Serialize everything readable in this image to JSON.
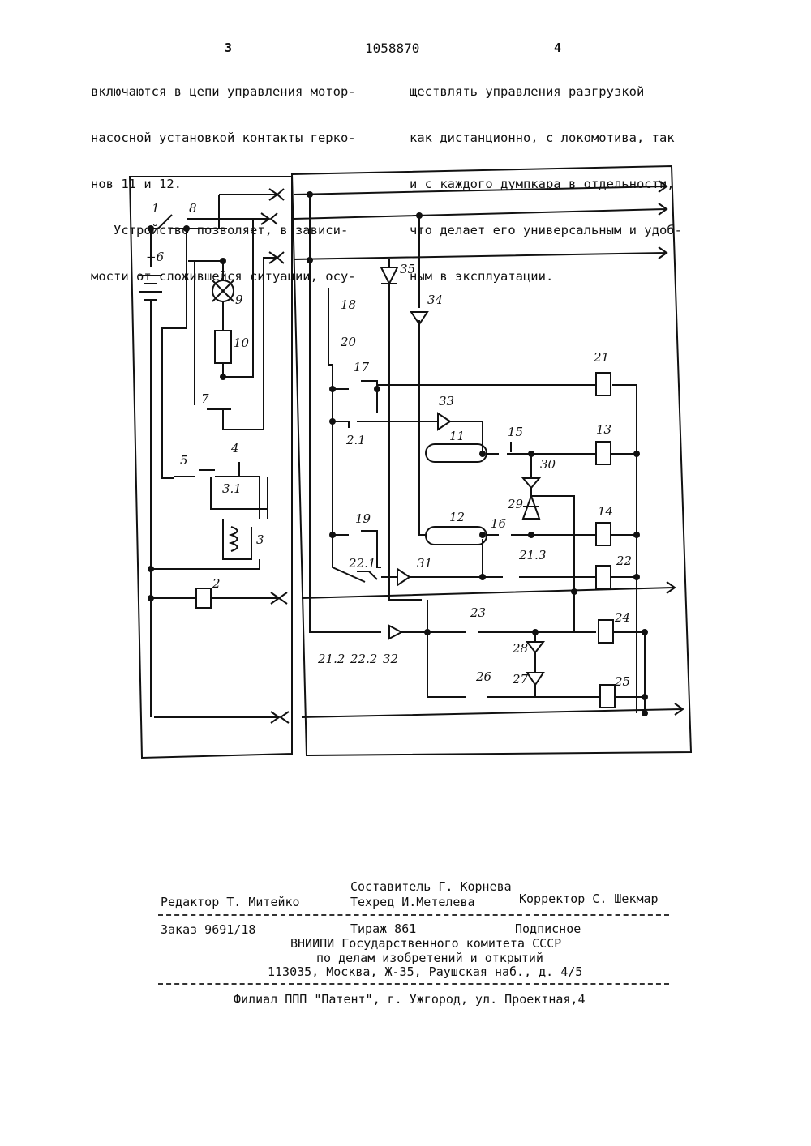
{
  "header": {
    "page_left": "3",
    "patent_number": "1058870",
    "page_right": "4"
  },
  "columns": {
    "left": [
      "включаются в цепи управления мотор-",
      "насосной установкой контакты герко-",
      "нов 11 и 12.",
      "   Устройство позволяет, в зависи-",
      "мости от сложившейся ситуации, осу-"
    ],
    "right": [
      "ществлять управления разгрузкой",
      "как дистанционно, с локомотива, так",
      "и с каждого думпкара в отдельности,",
      "что делает его универсальным и удоб-",
      "ным в эксплуатации."
    ]
  },
  "diagram": {
    "labels": [
      "1",
      "8",
      "+6",
      "9",
      "10",
      "7",
      "5",
      "4",
      "3.1",
      "3",
      "2",
      "35",
      "34",
      "18",
      "20",
      "17",
      "21",
      "33",
      "2.1",
      "11",
      "15",
      "13",
      "30",
      "29",
      "12",
      "16",
      "14",
      "19",
      "22.1",
      "31",
      "21.3",
      "22",
      "23",
      "24",
      "28",
      "21.2",
      "22.2",
      "32",
      "27",
      "26",
      "25"
    ]
  },
  "footer": {
    "compiler": "Составитель Г. Корнева",
    "editor": "Редактор Т. Митейко",
    "techred": "Техред И.Метелева",
    "corrector": "Корректор С. Шекмар",
    "order": "Заказ 9691/18",
    "print_run": "Тираж 861",
    "subscription": "Подписное",
    "org_line1": "ВНИИПИ Государственного комитета СССР",
    "org_line2": "по делам изобретений и открытий",
    "org_line3": "113035, Москва, Ж-35, Раушская наб., д. 4/5",
    "branch": "Филиал ППП \"Патент\", г. Ужгород, ул. Проектная,4"
  }
}
